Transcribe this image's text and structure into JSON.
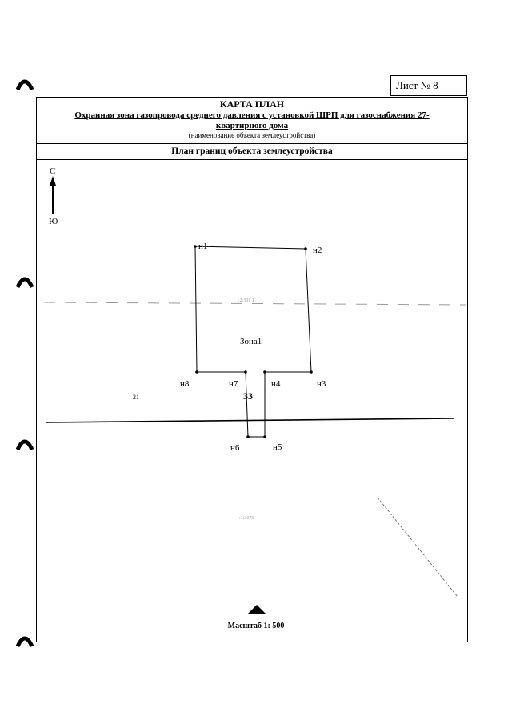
{
  "sheet": {
    "label": "Лист № 8"
  },
  "header": {
    "title": "КАРТА ПЛАН",
    "object_line1": "Охранная зона газопровода среднего давления с установкой ШРП для газоснабжения 27-",
    "object_line2": "квартирного дома",
    "object_caption": "(наименование объекта землеустройства)"
  },
  "plan": {
    "title": "План границ объекта землеустройства"
  },
  "compass": {
    "north": "С",
    "south": "Ю"
  },
  "zone": {
    "label": "Зона1",
    "vertices": [
      "н1",
      "н2",
      "н3",
      "н4",
      "н5",
      "н6",
      "н7",
      "н8"
    ]
  },
  "parcels": {
    "p1": "21",
    "p2": "33"
  },
  "faint_labels": {
    "a": ":2:301 1",
    "b": ":1:3075"
  },
  "scale": {
    "label": "Масштаб 1: 500"
  }
}
